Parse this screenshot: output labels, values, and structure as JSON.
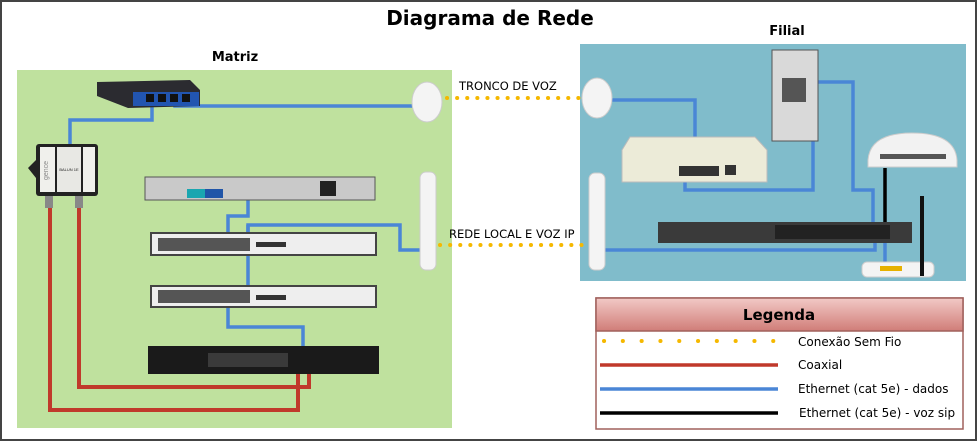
{
  "title": "Diagrama de Rede",
  "sites": {
    "matriz": "Matriz",
    "filial": "Filial"
  },
  "links": {
    "trunk": "TRONCO DE VOZ",
    "lan": "REDE LOCAL E VOZ IP"
  },
  "legend": {
    "title": "Legenda",
    "items": [
      {
        "label": "Conexão Sem Fio",
        "color": "#f5b800"
      },
      {
        "label": "Coaxial",
        "color": "#c0392b"
      },
      {
        "label": "Ethernet (cat 5e) - dados",
        "color": "#4a86d6"
      },
      {
        "label": "Ethernet (cat 5e) - voz sip",
        "color": "#000000"
      }
    ]
  },
  "device_labels": {
    "balun": "BALUN 1E",
    "brand": "gence"
  }
}
